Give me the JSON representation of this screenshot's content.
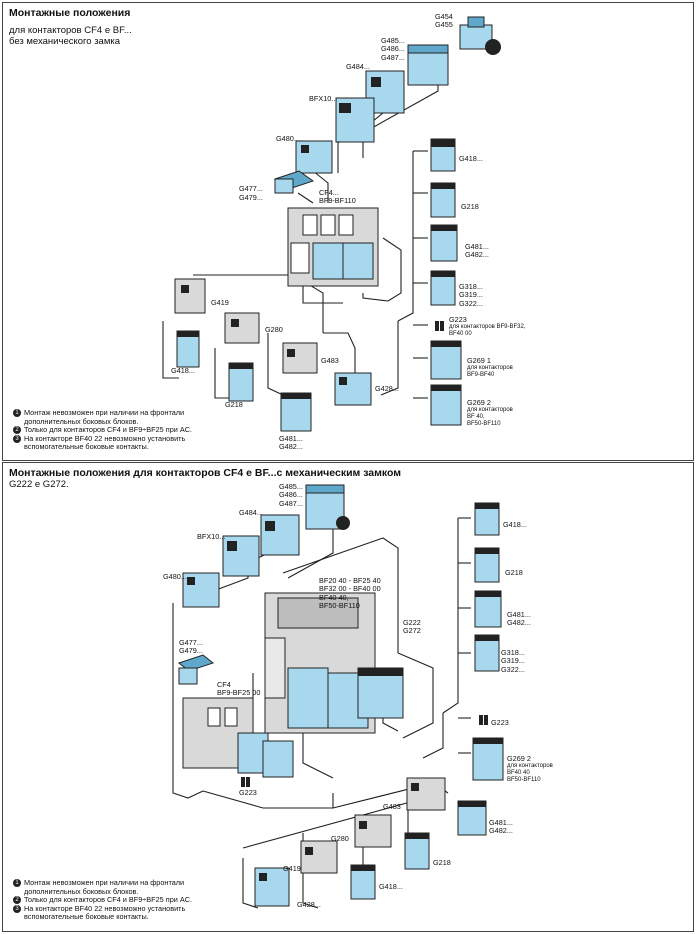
{
  "colors": {
    "module": "#a8d8ee",
    "module_dark": "#5fa8cc",
    "contactor": "#cfcfcf",
    "line": "#222222"
  },
  "panel1": {
    "title": "Монтажные положения",
    "subtitle_1": "для контакторов CF4 e BF...",
    "subtitle_2": "без механического замка",
    "labels": {
      "g454": "G454\nG455",
      "g485": "G485...\nG486...\nG487...",
      "g484": "G484...",
      "bfx10": "BFX10...",
      "g480": "G480...",
      "g477": "G477...",
      "g479": "G479...",
      "cf4": "CF4...\nBF9-BF110",
      "g418r": "G418...",
      "g218r": "G218",
      "g481r": "G481...\nG482...",
      "g318r": "G318...\nG319...\nG322...",
      "g223": "G223",
      "g223note": "для контакторов BF9-BF32,\nBF40 00",
      "g2691": "G269 1",
      "g2691note": "для контакторов\nBF9-BF40",
      "g2692": "G269 2",
      "g2692note": "для контакторов\nBF 40,\nBF50-BF110",
      "g419": "G419",
      "g418l": "G418...",
      "g280": "G280",
      "g218l": "G218",
      "g483": "G483",
      "g428": "G428...",
      "g481b": "G481...\nG482..."
    },
    "notes": [
      {
        "n": "1",
        "text": "Монтаж невозможен при наличии на фронтали\nдополнительных боковых блоков."
      },
      {
        "n": "2",
        "text": "Только для контакторов CF4 и BF9÷BF25 при AC."
      },
      {
        "n": "3",
        "text": "На контакторе BF40 22 невозможно установить\nвспомогательные боковые контакты."
      }
    ]
  },
  "panel2": {
    "title": "Монтажные положения для контакторов CF4 e BF...с механическим замком",
    "subtitle": "G222 e G272.",
    "labels": {
      "g485": "G485...\nG486...\nG487...",
      "g484": "G484...",
      "bfx10": "BFX10...",
      "g480": "G480...",
      "bf_group": "BF20 40 - BF25 40\nBF32 00 - BF40 00\nBF40 40,\nBF50-BF110",
      "g222": "G222\nG272",
      "g477": "G477...\nG479...",
      "cf4": "CF4\nBF9-BF25 00",
      "g223b": "G223",
      "g418r": "G418...",
      "g218r": "G218",
      "g481r": "G481...\nG482...",
      "g318r": "G318...\nG319...\nG322...",
      "g223r": "G223",
      "g2692": "G269 2",
      "g2692note": "для контакторов\nBF40 40\nBF50-BF110",
      "g483": "G483",
      "g481b": "G481...\nG482...",
      "g280": "G280",
      "g218b": "G218",
      "g419": "G419",
      "g418b": "G418...",
      "g428": "G428..."
    },
    "notes": [
      {
        "n": "1",
        "text": "Монтаж невозможен при наличии на фронтали\nдополнительных боковых блоков."
      },
      {
        "n": "2",
        "text": "Только для контакторов CF4 и BF9÷BF25 при AC."
      },
      {
        "n": "3",
        "text": "На контакторе BF40 22 невозможно установить\nвспомогательные боковые контакты."
      }
    ]
  }
}
